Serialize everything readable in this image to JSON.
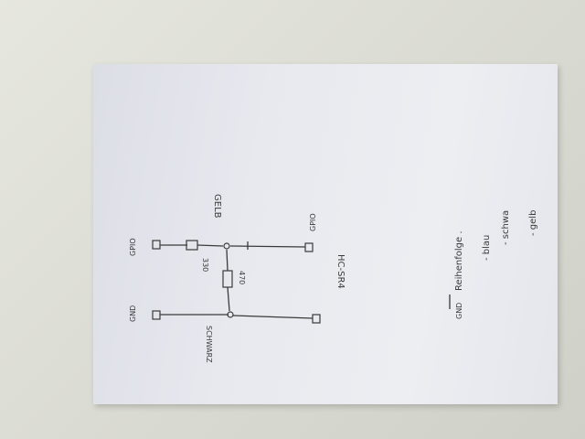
{
  "labels": {
    "gnd_top": "GND",
    "gpio_top": "GPIO",
    "r330": "330",
    "r470": "470",
    "gelb": "GELB",
    "schwarz": "SCHWARZ",
    "gpio_bottom": "GPIO",
    "sensor": "HC-SR4",
    "gnd_note": "GND",
    "reihenfolge": "Reihenfolge .",
    "blau": "- blau",
    "schwarz_note": "- schwa",
    "gelb_note": "- gelb"
  }
}
